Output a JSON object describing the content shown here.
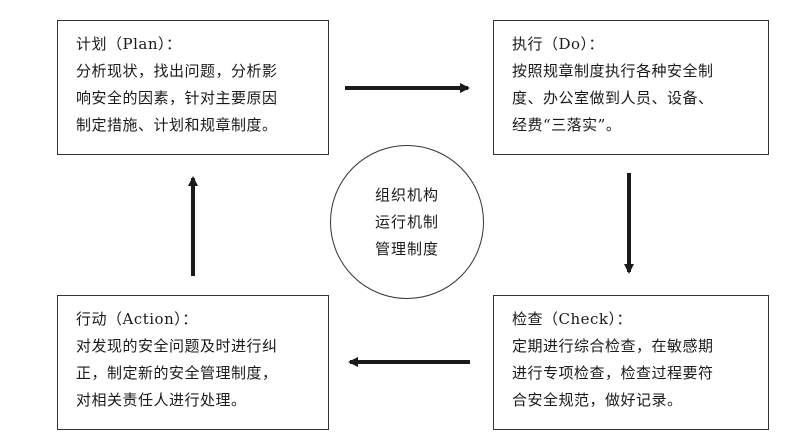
{
  "plan": {
    "title": "计划（Plan）：",
    "lines": [
      "分析现状，找出问题，分析影",
      "响安全的因素，针对主要原因",
      "制定措施、计划和规章制度。"
    ]
  },
  "do": {
    "title": "执行（Do）：",
    "lines": [
      "按照规章制度执行各种安全制",
      "度、办公室做到人员、设备、",
      "经费“三落实”。"
    ]
  },
  "check": {
    "title": "检查（Check）：",
    "lines": [
      "定期进行综合检查，在敏感期",
      "进行专项检查，检查过程要符",
      "合安全规范，做好记录。"
    ]
  },
  "action": {
    "title": "行动（Action）：",
    "lines": [
      "对发现的安全问题及时进行纠",
      "正，制定新的安全管理制度，",
      "对相关责任人进行处理。"
    ]
  },
  "center": {
    "lines": [
      "组织机构",
      "运行机制",
      "管理制度"
    ]
  }
}
